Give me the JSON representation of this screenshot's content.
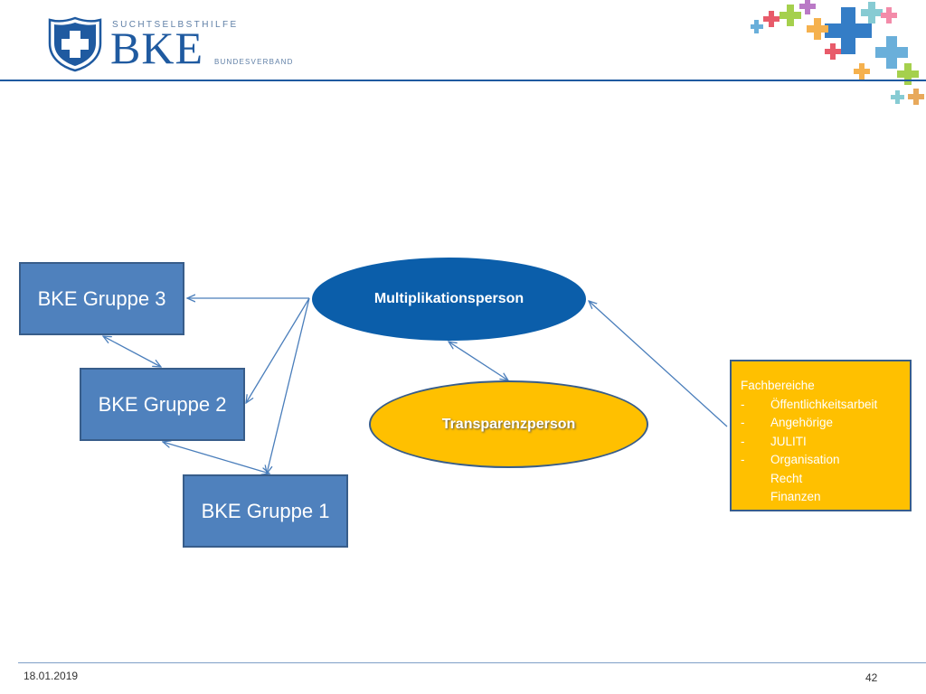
{
  "header": {
    "logo_subtitle": "SUCHTSELBSTHILFE",
    "logo_title": "BKE",
    "logo_caption": "BUNDESVERBAND"
  },
  "diagram": {
    "groups": {
      "group3": "BKE Gruppe 3",
      "group2": "BKE Gruppe 2",
      "group1": "BKE Gruppe 1"
    },
    "multiplikator": "Multiplikationsperson",
    "transparenz": "Transparenzperson",
    "fachbereiche": {
      "title": "Fachbereiche",
      "items": [
        "Öffentlichkeitsarbeit",
        "Angehörige",
        "JULITI",
        "Organisation",
        "Recht",
        "Finanzen"
      ]
    }
  },
  "footer": {
    "date": "18.01.2019",
    "page": "42"
  },
  "colors": {
    "brand_blue": "#1f5aa0",
    "box_blue": "#4f81bd",
    "oval_blue": "#0b5eaa",
    "yellow": "#ffc000"
  }
}
